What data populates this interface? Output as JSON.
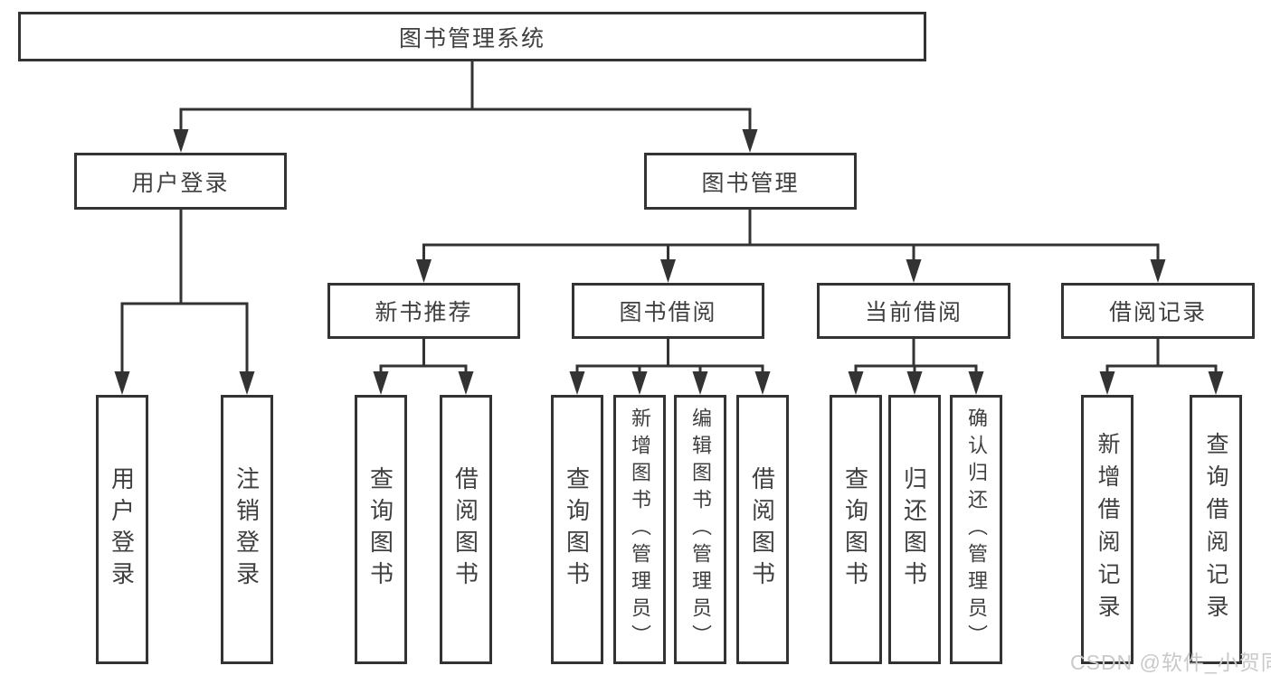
{
  "tree": {
    "label": "图书管理系统",
    "children": [
      {
        "label": "用户登录",
        "children": [
          {
            "label": "用户登录"
          },
          {
            "label": "注销登录"
          }
        ]
      },
      {
        "label": "图书管理",
        "children": [
          {
            "label": "新书推荐",
            "children": [
              {
                "label": "查询图书"
              },
              {
                "label": "借阅图书"
              }
            ]
          },
          {
            "label": "图书借阅",
            "children": [
              {
                "label": "查询图书"
              },
              {
                "label": "新增图书（管理员）"
              },
              {
                "label": "编辑图书（管理员）"
              },
              {
                "label": "借阅图书"
              }
            ]
          },
          {
            "label": "当前借阅",
            "children": [
              {
                "label": "查询图书"
              },
              {
                "label": "归还图书"
              },
              {
                "label": "确认归还（管理员）"
              }
            ]
          },
          {
            "label": "借阅记录",
            "children": [
              {
                "label": "新增借阅记录"
              },
              {
                "label": "查询借阅记录"
              }
            ]
          }
        ]
      }
    ]
  },
  "watermark": {
    "text": "CSDN @软件_小贺同学"
  },
  "colors": {
    "line": "#333333",
    "box_border": "#333333",
    "text": "#3f3f3f",
    "watermark": "#c9c9c9",
    "background": "#ffffff"
  }
}
